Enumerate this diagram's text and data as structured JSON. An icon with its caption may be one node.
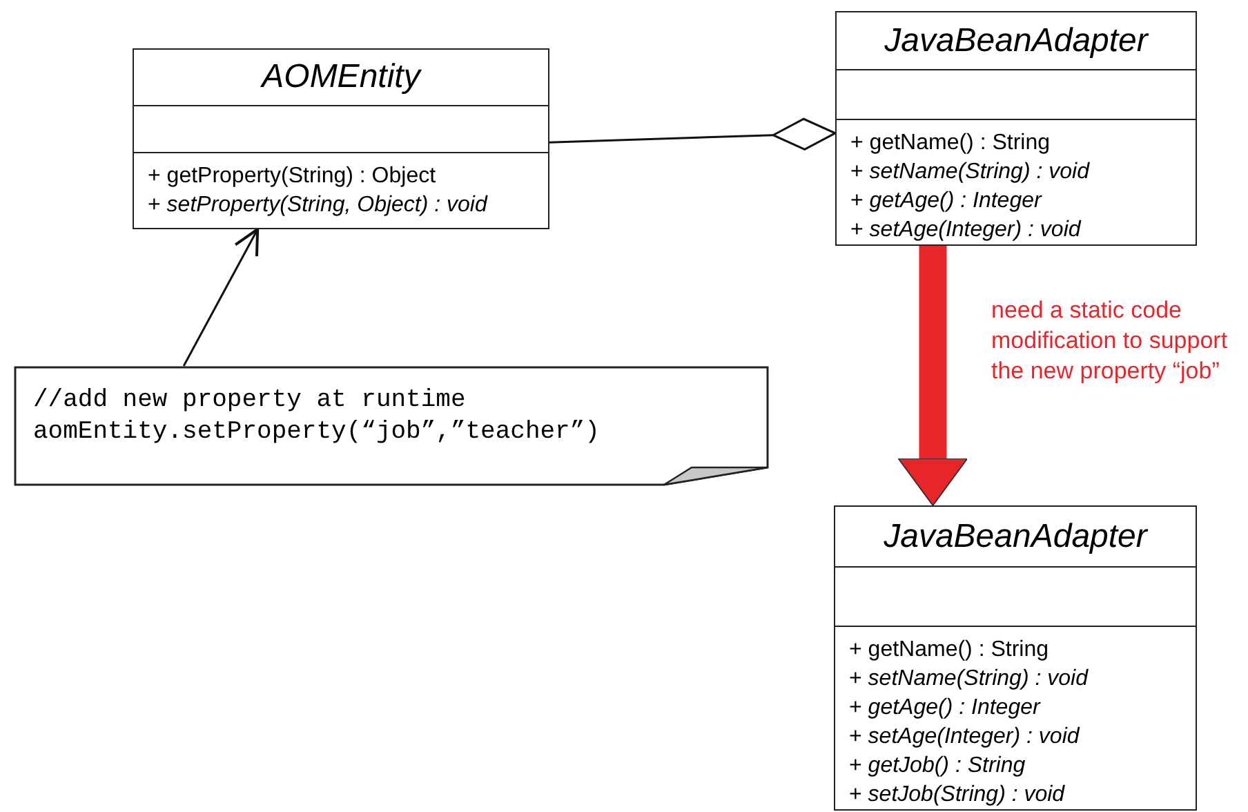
{
  "diagram": {
    "nodes": [
      {
        "text": [
          "AOMEntity",
          "+ getProperty(String) : Object",
          "+ *setProperty(String, Object) : void*"
        ]
      },
      {
        "text": [
          "JavaBeanAdapter",
          "+ getName() : String",
          "+ *setName(String) : void*",
          "+ *getAge() : Integer*",
          "+ *setAge(Integer) : void*"
        ]
      },
      {
        "text": [
          "//add new property at runtime",
          "aomEntity.setProperty(“job”,”teacher”)"
        ]
      },
      {
        "text": [
          "JavaBeanAdapter",
          "+ getName() : String",
          "+ *setName(String) : void*",
          "+ *getAge() : Integer*",
          "+ *setAge(Integer) : void*",
          "+ *getJob() : String*",
          "+ *setJob(String) : void*"
        ]
      }
    ],
    "edges": [
      {
        "from": 0,
        "to": 1,
        "arrow": "other"
      },
      {
        "from": 2,
        "to": 0,
        "arrow": "to"
      },
      {
        "from": 1,
        "to": 3,
        "arrow": "to",
        "style": "thick",
        "color": "#e8262a",
        "label": "need a static code modification to support the new property “job”"
      }
    ]
  }
}
